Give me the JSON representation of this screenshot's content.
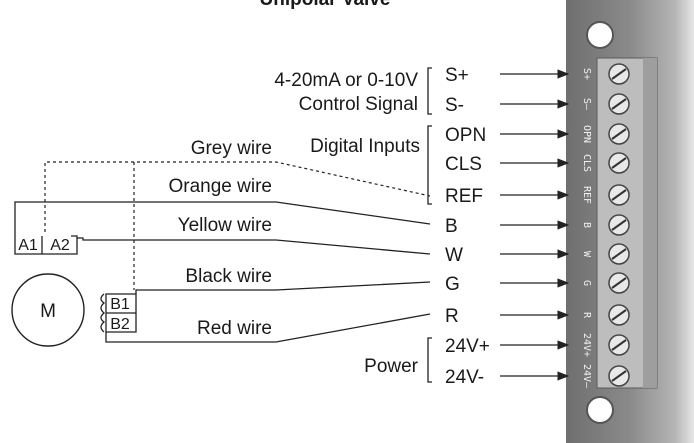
{
  "title": "Unipolar Valve",
  "groups": {
    "control_signal_line1": "4-20mA or 0-10V",
    "control_signal_line2": "Control Signal",
    "digital_inputs": "Digital Inputs",
    "power": "Power"
  },
  "terminals": [
    "S+",
    "S-",
    "OPN",
    "CLS",
    "REF",
    "B",
    "W",
    "G",
    "R",
    "24V+",
    "24V-"
  ],
  "board_labels": [
    "S+",
    "S–",
    "OPN",
    "CLS",
    "REF",
    "B",
    "W",
    "G",
    "R",
    "24V+",
    "24V–"
  ],
  "wires": {
    "grey": "Grey wire",
    "orange": "Orange wire",
    "yellow": "Yellow wire",
    "black": "Black wire",
    "red": "Red wire"
  },
  "motor": {
    "label": "M",
    "coil_a1": "A1",
    "coil_a2": "A2",
    "coil_b1": "B1",
    "coil_b2": "B2"
  },
  "colors": {
    "board": "#7b7b7b",
    "board_light": "#9a9a9a",
    "terminal_block": "#cfcfcf",
    "line": "#222222"
  }
}
